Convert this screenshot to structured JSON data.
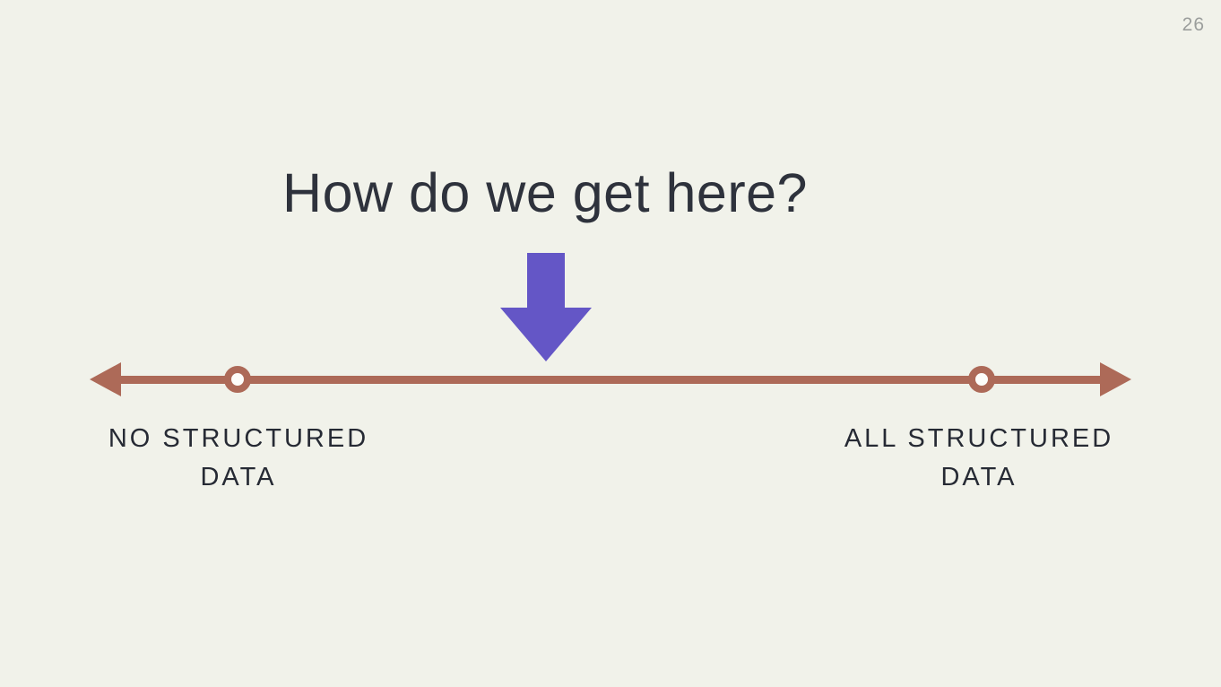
{
  "slide": {
    "page_number": "26",
    "title": "How do we get here?"
  },
  "pointer": {
    "icon": "down-arrow",
    "color": "#6456c6"
  },
  "spectrum": {
    "line_color": "#ad6a58",
    "left_end": {
      "label_line1": "NO STRUCTURED",
      "label_line2": "DATA"
    },
    "right_end": {
      "label_line1": "ALL STRUCTURED",
      "label_line2": "DATA"
    }
  },
  "colors": {
    "background": "#f1f2ea",
    "title_text": "#2e323c",
    "label_text": "#262a34",
    "page_number_text": "#9b9e9c",
    "arrow_purple": "#6456c6",
    "line_terracotta": "#ad6a58"
  }
}
